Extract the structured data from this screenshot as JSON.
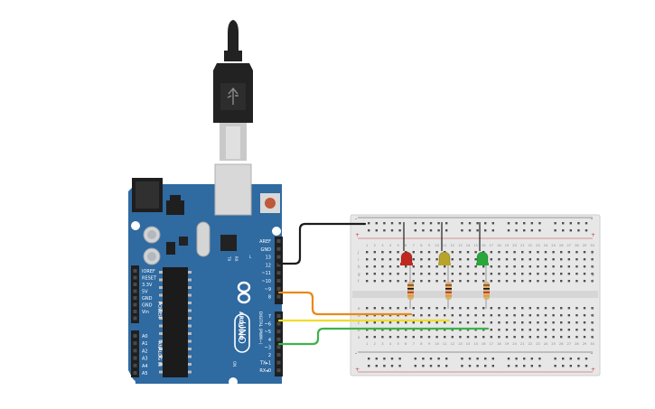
{
  "board": {
    "brand": "ARDUINO",
    "model": "UNO",
    "digital_label": "DIGITAL (PWM~)",
    "power_label": "POWER",
    "analog_label": "ANALOG IN",
    "tx_label": "TX",
    "rx_label": "RX",
    "l_label": "L",
    "on_label": "ON",
    "top_pins": [
      "AREF",
      "GND",
      "13",
      "12",
      "~11",
      "~10",
      "~9",
      "8"
    ],
    "bottom_pins": [
      "7",
      "~6",
      "~5",
      "4",
      "~3",
      "2",
      "TX▸1",
      "RX◂0"
    ],
    "power_pins": [
      "IOREF",
      "RESET",
      "3.3V",
      "5V",
      "GND",
      "GND",
      "Vin"
    ],
    "analog_pins": [
      "A0",
      "A1",
      "A2",
      "A3",
      "A4",
      "A5"
    ]
  },
  "breadboard": {
    "row_letters_top": [
      "j",
      "i",
      "h",
      "g",
      "f"
    ],
    "row_letters_bottom": [
      "e",
      "d",
      "c",
      "b",
      "a"
    ],
    "rail_signs": [
      "-",
      "+"
    ],
    "column_numbers": [
      "1",
      "2",
      "3",
      "4",
      "5",
      "6",
      "7",
      "8",
      "9",
      "10",
      "11",
      "12",
      "13",
      "14",
      "15",
      "16",
      "17",
      "18",
      "19",
      "20",
      "21",
      "22",
      "23",
      "24",
      "25",
      "26",
      "27",
      "28",
      "29",
      "30"
    ]
  },
  "leds": [
    {
      "color": "#c0281e",
      "name": "red"
    },
    {
      "color": "#b8a428",
      "name": "yellow"
    },
    {
      "color": "#29a83a",
      "name": "green"
    }
  ],
  "wires": {
    "gnd": "#1c1c1c",
    "pin10": "#e8891a",
    "pin7": "#f0dc2a",
    "pin4": "#3db34a"
  },
  "colors": {
    "board": "#2f6aa1",
    "board_dark": "#255784",
    "header": "#1f1f1f",
    "breadboard": "#e7e7e7",
    "usb": "#222222"
  }
}
